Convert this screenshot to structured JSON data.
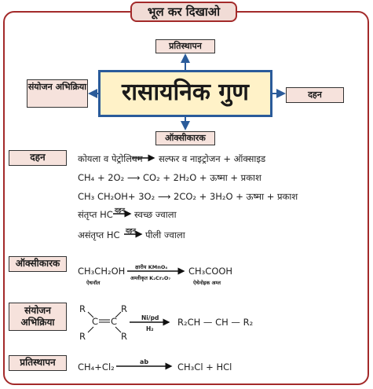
{
  "title": "भूल कर दिखाओ",
  "center_label": "रासायनिक गुण",
  "branches": {
    "top": "प्रतिस्थापन",
    "left": "संयोजन अभिक्रिया",
    "right": "दहन",
    "bottom": "ऑक्सीकारक"
  },
  "sections": {
    "dahan": {
      "label": "दहन",
      "line1_left": "कोयला व पेट्रोलियम",
      "line1_right": "सल्फर व नाइट्रोजन + ऑक्साइड",
      "line2": "CH₄ + 2O₂ ⟶ CO₂ + 2H₂O + ऊष्मा + प्रकाश",
      "line3": "CH₃ CH₂OH+ 3O₂ ⟶ 2CO₂ + 3H₂O + ऊष्मा + प्रकाश",
      "line4_left": "संतृप्त HC",
      "line4_over": "दहन",
      "line4_right": "स्वच्छ ज्वाला",
      "line5_left": "असंतृप्त  HC",
      "line5_over": "दहन",
      "line5_right": "पीली ज्वाला"
    },
    "oxidizer": {
      "label": "ऑक्सीकारक",
      "reactant": "CH₃CH₂OH",
      "reactant_name": "ऐथनॉल",
      "over": "क्षारीय KMnO₄",
      "under": "अम्लीकृत K₂Cr₂O₇",
      "product": "CH₃COOH",
      "product_name": "ऐथेनोइक अम्ल"
    },
    "addition": {
      "label": "संयोजन अभिक्रिया",
      "r": "R",
      "c": "C",
      "over": "Ni/pd",
      "under": "H₂",
      "product": "R₂CH — CH — R₂"
    },
    "substitution": {
      "label": "प्रतिस्थापन",
      "reactant": "CH₄+Cl₂",
      "over": "ab",
      "product": "CH₃Cl + HCl"
    }
  }
}
